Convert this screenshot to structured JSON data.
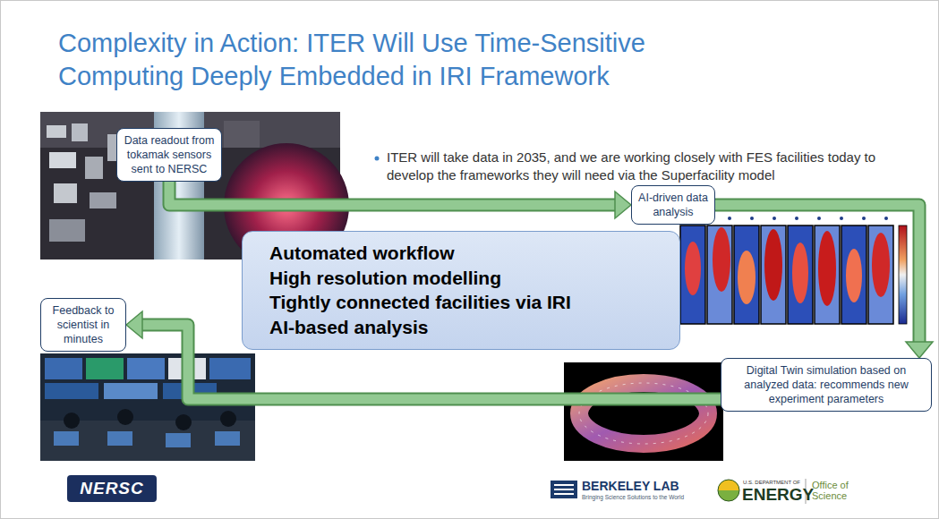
{
  "diagram": {
    "title": "Complexity in Action: ITER Will Use Time-Sensitive Computing Deeply Embedded in IRI Framework",
    "nodes": [
      {
        "text": [
          "Data readout from tokamak sensors sent to NERSC"
        ]
      },
      {
        "text": [
          "AI-driven data analysis"
        ]
      },
      {
        "text": [
          "Automated workflow",
          "High resolution modelling",
          "Tightly connected facilities via IRI",
          "AI-based analysis"
        ]
      },
      {
        "text": [
          "Feedback to scientist in minutes"
        ]
      },
      {
        "text": [
          "Digital Twin simulation based on analyzed data: recommends new experiment parameters"
        ]
      }
    ],
    "edges": [
      {
        "from": 0,
        "to": 1,
        "arrow": "to"
      },
      {
        "from": 1,
        "to": 4,
        "arrow": "to"
      },
      {
        "from": 4,
        "to": 3,
        "arrow": "to"
      }
    ],
    "labels": [
      "ITER will take data in 2035, and we are working closely with FES facilities today to develop the frameworks they will need via the Superfacility model",
      "NERSC",
      "BERKELEY LAB",
      "Bringing Science Solutions to the World",
      "U.S. DEPARTMENT OF",
      "ENERGY",
      "Office of Science"
    ]
  }
}
